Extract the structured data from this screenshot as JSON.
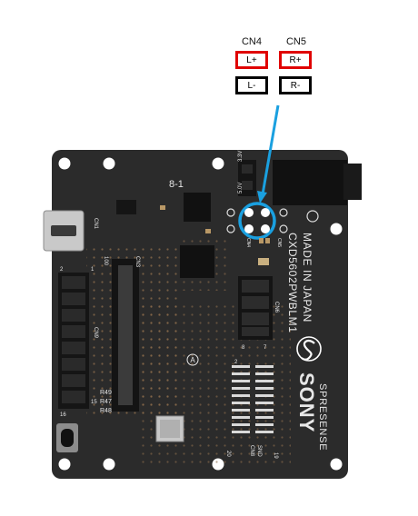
{
  "connectors": {
    "cn4": {
      "label": "CN4",
      "pins": [
        "L+",
        "L-"
      ]
    },
    "cn5": {
      "label": "CN5",
      "pins": [
        "R+",
        "R-"
      ]
    }
  },
  "board": {
    "part_number": "CXD5602PWBLM1",
    "origin": "MADE IN JAPAN",
    "brand": "SONY",
    "product": "SPRESENSE",
    "silkscreen": {
      "top_mark": "8-1",
      "voltage_33": "3.3V",
      "voltage_5": "5.0V",
      "cn1": "CN1",
      "cn3": "CN3",
      "cn9": "CN9",
      "cn6": "CN6",
      "cn4": "CN4",
      "cn5": "CN5",
      "cn8": "CN8",
      "snd": "SND",
      "pin_1": "1",
      "pin_2": "2",
      "pin_7": "7",
      "pin_8": "8",
      "pin_15": "15",
      "pin_16": "16",
      "pin_19": "19",
      "pin_20": "20",
      "pin_100": "100",
      "r49": "R49",
      "r47": "R47",
      "r48": "R48",
      "a_mark": "A"
    }
  },
  "colors": {
    "highlight": "#e00000",
    "pointer": "#1aa0e0",
    "board": "#2b2b2b"
  }
}
